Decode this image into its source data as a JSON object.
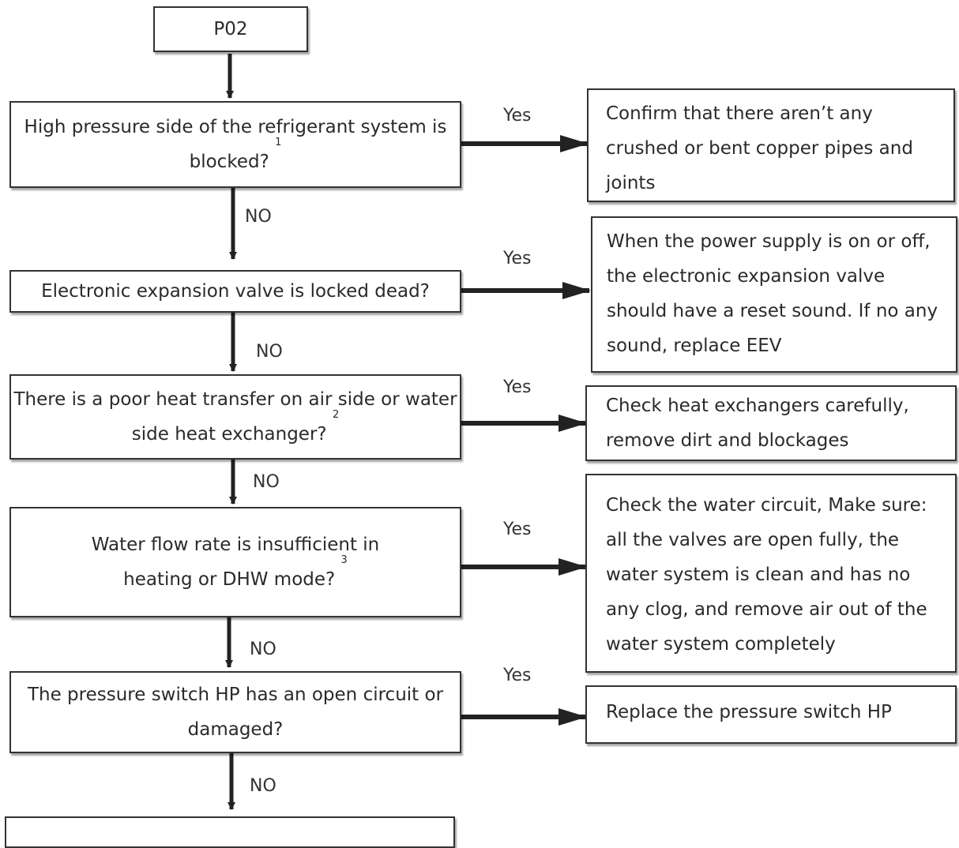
{
  "start": "P02",
  "yes_label": "Yes",
  "no_label": "NO",
  "steps": [
    {
      "question": "High pressure side of the refrigerant system is blocked?",
      "note": "1",
      "action": "Confirm that there aren’t any crushed or bent copper pipes and joints"
    },
    {
      "question": "Electronic expansion valve is locked dead?",
      "note": "",
      "action": "When the power supply is on or off, the electronic expansion valve should have a reset sound. If no any sound, replace EEV"
    },
    {
      "question": "There is a poor heat transfer on air side or water side heat exchanger?",
      "note": "2",
      "action": "Check heat exchangers carefully, remove dirt and blockages"
    },
    {
      "question": "Water flow rate is insufficient in heating or DHW mode?",
      "note": "3",
      "action": "Check the water circuit, Make sure: all the valves are open fully, the water system is clean and has no any clog, and remove air out of the water system completely"
    },
    {
      "question": "The pressure switch HP has an open circuit or damaged?",
      "note": "",
      "action": "Replace the pressure switch HP"
    }
  ]
}
